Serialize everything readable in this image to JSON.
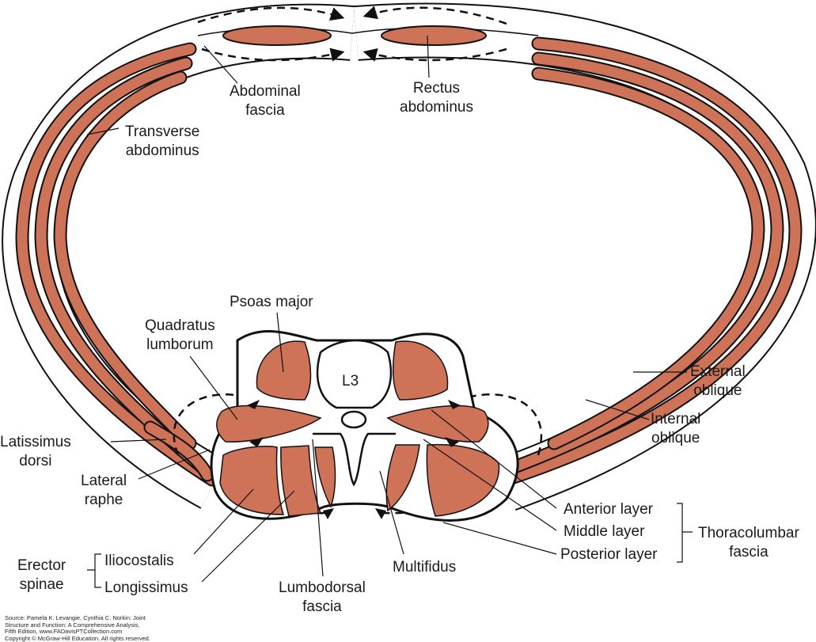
{
  "colors": {
    "muscle": "#cf7358",
    "outline": "#111111",
    "background": "#ffffff"
  },
  "labels": {
    "abdominal_fascia": "Abdominal\nfascia",
    "rectus_abdominus": "Rectus\nabdominus",
    "transverse_abdominus": "Transverse\nabdominus",
    "psoas_major": "Psoas major",
    "quadratus_lumborum": "Quadratus\nlumborum",
    "l3": "L3",
    "external_oblique": "External\noblique",
    "internal_oblique": "Internal\noblique",
    "latissimus_dorsi": "Latissimus\ndorsi",
    "lateral_raphe": "Lateral\nraphe",
    "anterior_layer": "Anterior layer",
    "middle_layer": "Middle layer",
    "posterior_layer": "Posterior layer",
    "thoracolumbar_fascia": "Thoracolumbar\nfascia",
    "erector_spinae": "Erector\nspinae",
    "iliocostalis": "Iliocostalis",
    "longissimus": "Longissimus",
    "lumbodorsal_fascia": "Lumbodorsal\nfascia",
    "multifidus": "Multifidus"
  },
  "source": "Source: Pamela K. Levangie, Cynthia C. Norkin: Joint\nStructure and Function: A Comprehensive Analysis,\nFifth Edition, www.FADavisPTCollection.com\nCopyright © McGraw-Hill Education. All rights reserved."
}
